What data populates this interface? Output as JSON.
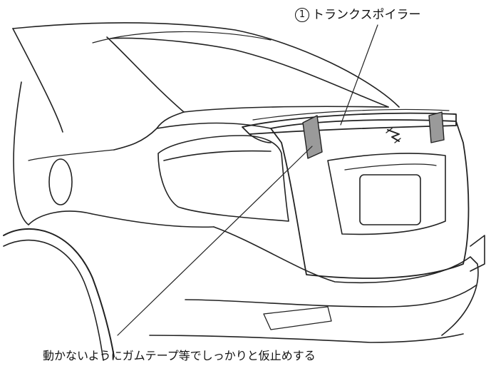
{
  "callout_number": "1",
  "part_label": "トランクスポイラー",
  "instruction": "動かないようにガムテープ等でしっかりと仮止めする"
}
